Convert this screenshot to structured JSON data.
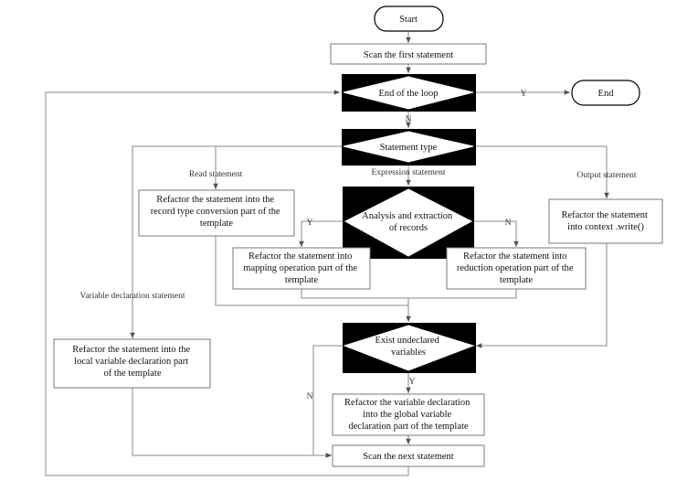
{
  "nodes": {
    "start": "Start",
    "scan_first": "Scan the first statement",
    "end_loop": "End of the loop",
    "end": "End",
    "stmt_type": "Statement type",
    "read_refactor": [
      "Refactor the statement into the",
      "record type conversion part of the",
      "template"
    ],
    "analysis": [
      "Analysis and extraction",
      "of records"
    ],
    "output_refactor": [
      "Refactor the statement",
      "into context .write()"
    ],
    "mapping": [
      "Refactor the statement into",
      "mapping operation part of the",
      "template"
    ],
    "reduction": [
      "Refactor the statement into",
      "reduction operation part of the",
      "template"
    ],
    "exist_undeclared": [
      "Exist undeclared",
      "variables"
    ],
    "local_decl": [
      "Refactor the statement into the",
      "local variable declaration part",
      "of the template"
    ],
    "global_decl": [
      "Refactor the variable declaration",
      "into the global variable",
      "declaration part of the template"
    ],
    "scan_next": "Scan the next statement"
  },
  "edge_labels": {
    "loop_yes": "Y",
    "loop_no": "N",
    "read": "Read statement",
    "expression": "Expression statement",
    "output": "Output statement",
    "analysis_yes": "Y",
    "analysis_no": "N",
    "var_decl": "Variable declaration statement",
    "exist_yes": "Y",
    "exist_no": "N"
  }
}
